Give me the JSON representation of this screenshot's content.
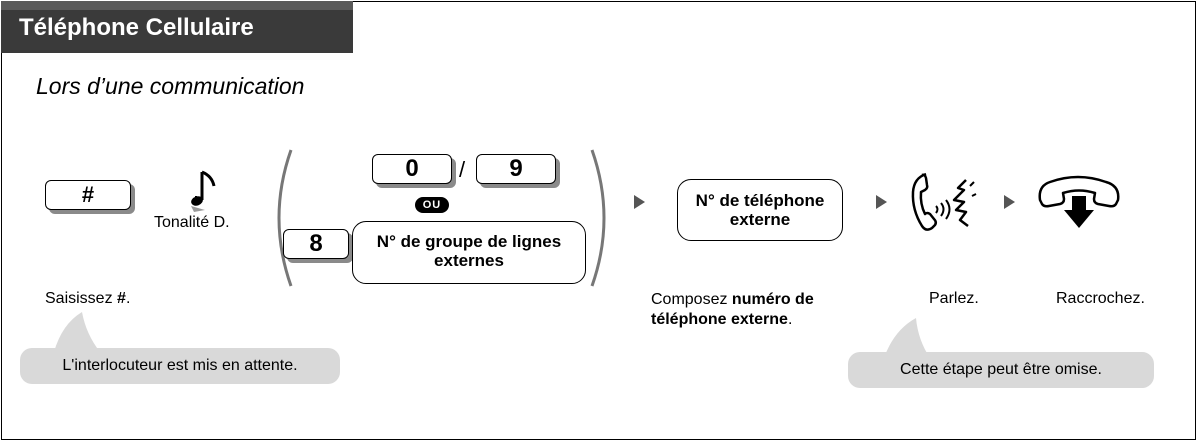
{
  "header": {
    "title": "Téléphone Cellulaire"
  },
  "section_title": "Lors d’une communication",
  "keys": {
    "hash": "#",
    "zero": "0",
    "nine": "9",
    "eight": "8",
    "slash": "/"
  },
  "or_badge": "OU",
  "tone_label": "Tonalité D.",
  "boxes": {
    "line_group": [
      "N° de groupe de lignes",
      "externes"
    ],
    "external_number": [
      "N° de téléphone",
      "externe"
    ]
  },
  "captions": {
    "enter_prefix": "Saisissez ",
    "enter_key": "#",
    "enter_suffix": ".",
    "dial_prefix": "Composez ",
    "dial_bold_1": "numéro de",
    "dial_bold_2": "téléphone externe",
    "dial_suffix": ".",
    "talk": "Parlez.",
    "hangup": "Raccrochez."
  },
  "bubbles": {
    "hold": "L'interlocuteur est mis en attente.",
    "optional": "Cette étape peut être omise."
  },
  "icons": [
    "music-note-icon",
    "talk-handset-icon",
    "hang-up-handset-icon",
    "step-arrow-icon"
  ],
  "colors": {
    "header_bg": "#3a3a3a",
    "bubble_bg": "#d9d9d9",
    "key_shadow": "#8a8a8a",
    "arrow": "#555555"
  }
}
